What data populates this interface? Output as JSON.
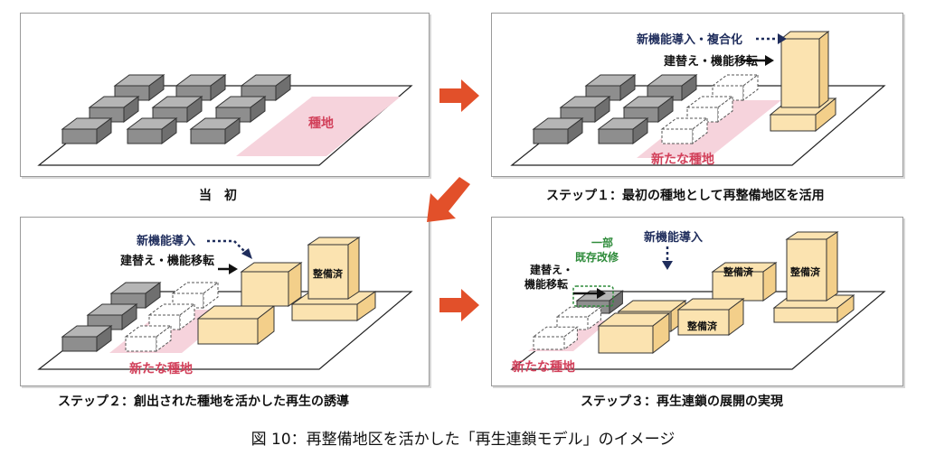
{
  "figure_title": "図 10：再整備地区を活かした「再生連鎖モデル」のイメージ",
  "panels": {
    "initial": {
      "caption": "当　初",
      "seed_land": "種地"
    },
    "step1": {
      "caption": "ステップ１：最初の種地として再整備地区を活用",
      "new_function": "新機能導入・複合化",
      "rebuild": "建替え・機能移転",
      "new_seed_land": "新たな種地"
    },
    "step2": {
      "caption": "ステップ２：創出された種地を活かした再生の誘導",
      "new_function": "新機能導入",
      "rebuild": "建替え・機能移転",
      "done": "整備済",
      "new_seed_land": "新たな種地"
    },
    "step3": {
      "caption": "ステップ３：再生連鎖の展開の実現",
      "new_function": "新機能導入",
      "partial_line1": "一部",
      "partial_line2": "既存改修",
      "rebuild_line1": "建替え・",
      "rebuild_line2": "機能移転",
      "done1": "整備済",
      "done2": "整備済",
      "done3": "整備済",
      "new_seed_land": "新たな種地"
    }
  },
  "colors": {
    "arrow": "#e2502a",
    "seed_pink": "#f6d3dc",
    "seed_text": "#d2405a",
    "new_building": "#fbe3b0",
    "navy_arrow": "#1f2d5c",
    "green_text": "#2e8b3a",
    "gray_block": "#8e8e8e"
  }
}
